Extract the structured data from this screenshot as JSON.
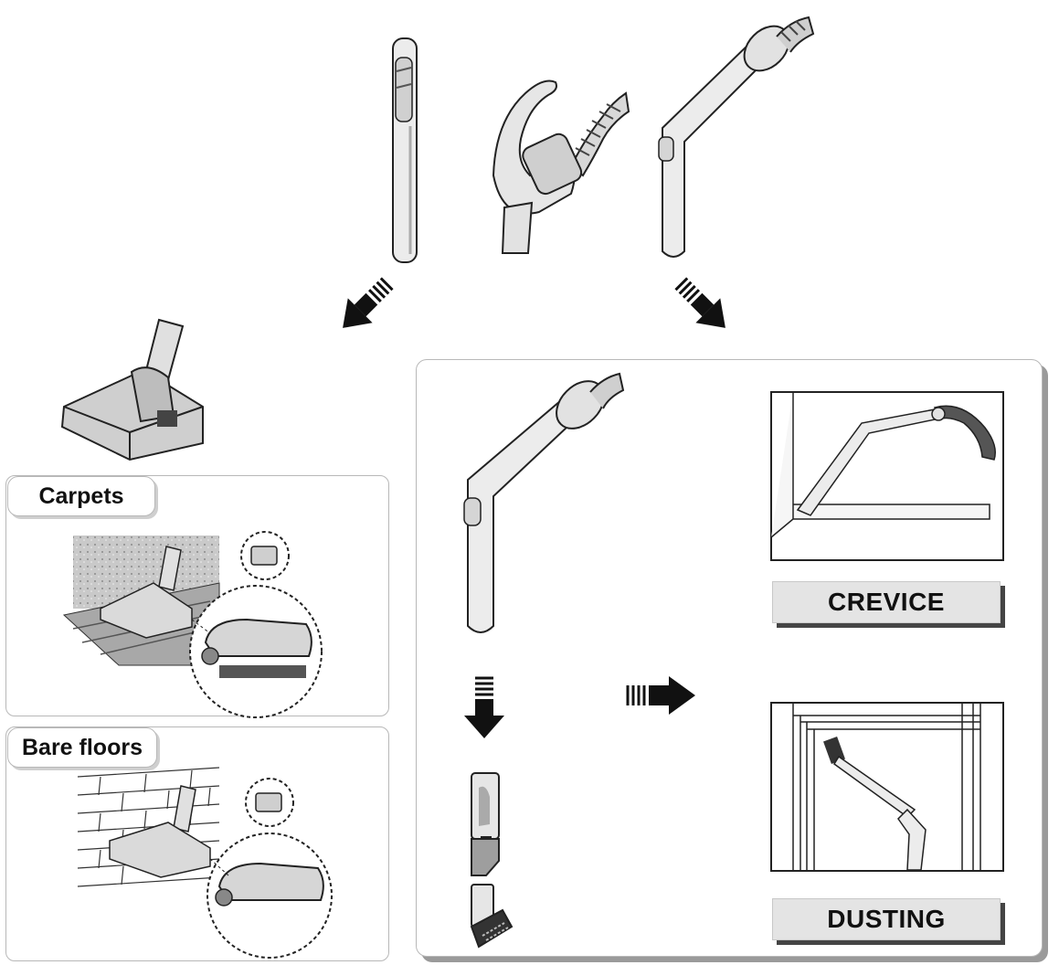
{
  "labels": {
    "carpets": "Carpets",
    "bare_floors": "Bare floors",
    "crevice": "CREVICE",
    "dusting": "DUSTING"
  },
  "colors": {
    "line": "#222222",
    "part_fill": "#e8e8e8",
    "shade": "#9a9a9a",
    "label_bg": "#e4e4e4"
  }
}
